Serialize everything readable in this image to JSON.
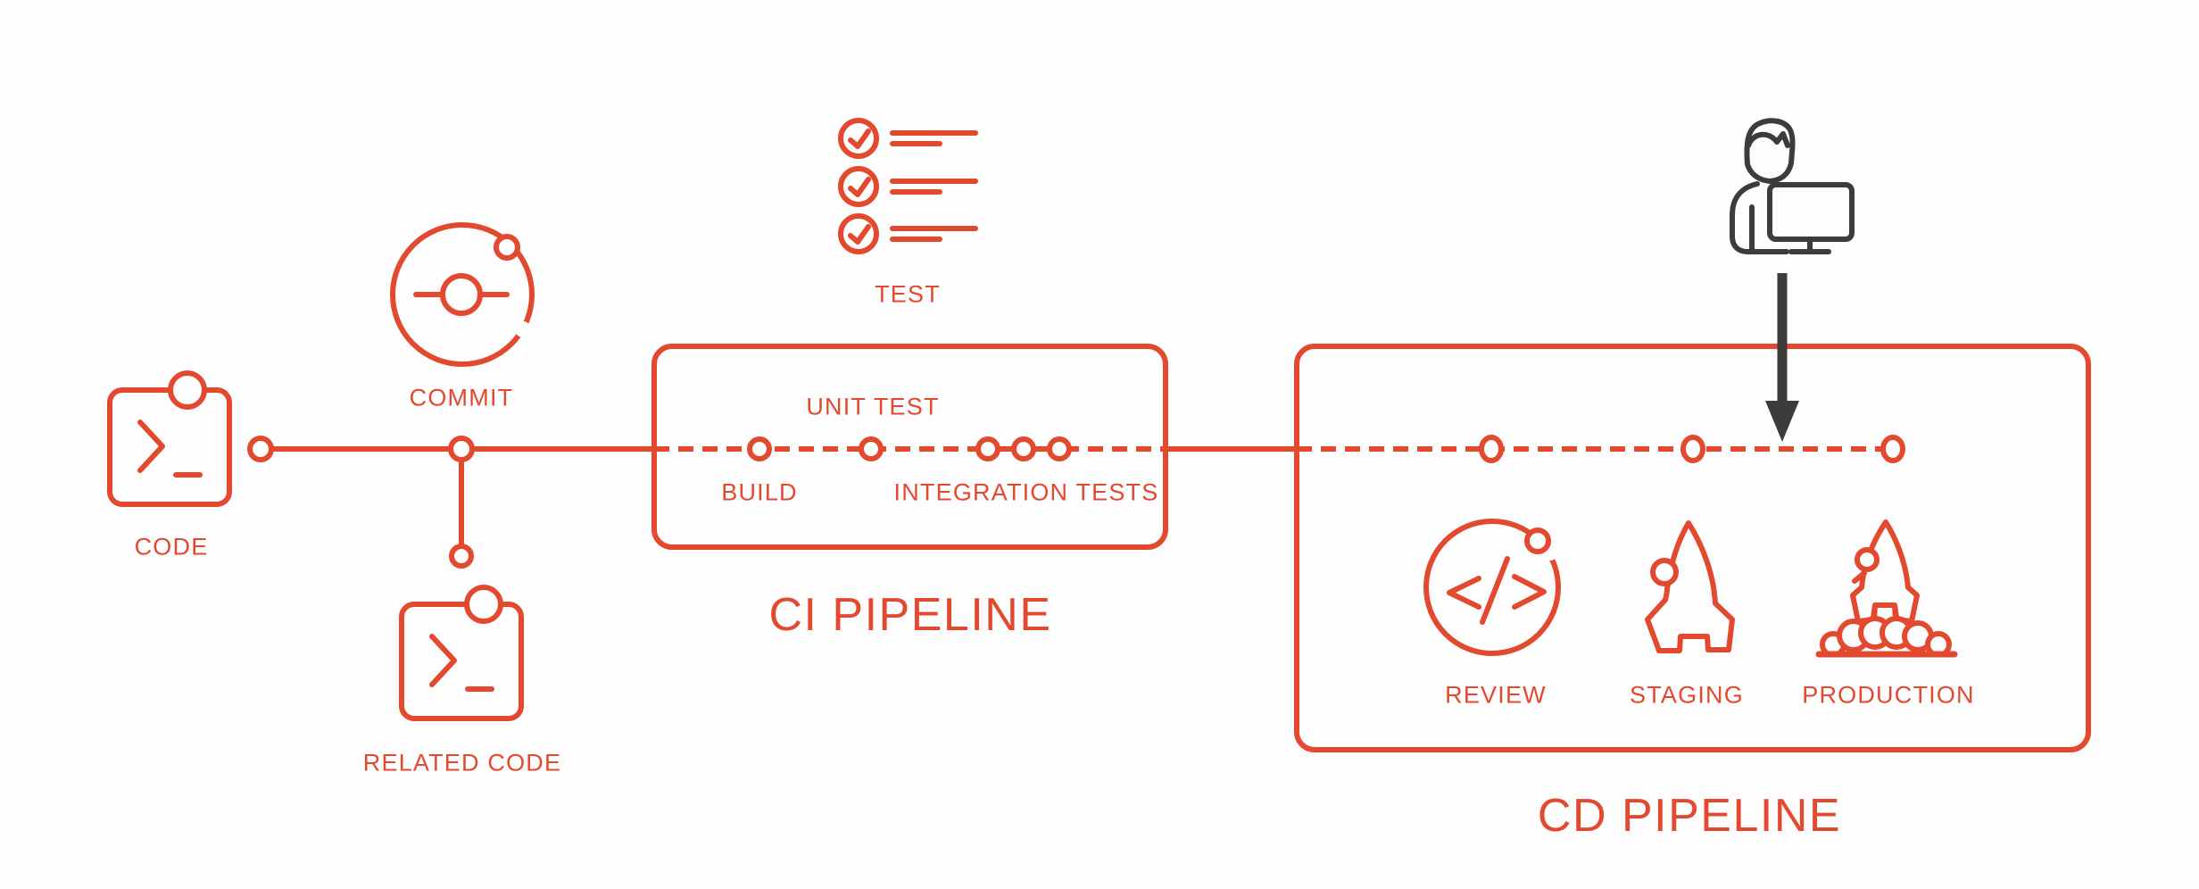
{
  "colors": {
    "accent": "#E2492F",
    "dark": "#3C3C3C",
    "background": "#FDFDFD"
  },
  "workflow": {
    "code_label": "CODE",
    "commit_label": "COMMIT",
    "related_code_label": "RELATED CODE",
    "test_label": "TEST"
  },
  "ci_pipeline": {
    "title": "CI PIPELINE",
    "stages": [
      {
        "label": "BUILD"
      },
      {
        "label": "UNIT TEST"
      },
      {
        "label": "INTEGRATION TESTS"
      }
    ]
  },
  "cd_pipeline": {
    "title": "CD PIPELINE",
    "stages": [
      {
        "label": "REVIEW"
      },
      {
        "label": "STAGING"
      },
      {
        "label": "PRODUCTION"
      }
    ]
  },
  "icons": {
    "code": "terminal-window-icon",
    "commit": "git-commit-icon",
    "related_code": "terminal-window-icon",
    "test": "checklist-icon",
    "review": "code-review-icon",
    "staging": "rocket-icon",
    "production": "rocket-launch-icon",
    "developer": "person-at-computer-icon",
    "deploy_arrow": "down-arrow-icon"
  }
}
